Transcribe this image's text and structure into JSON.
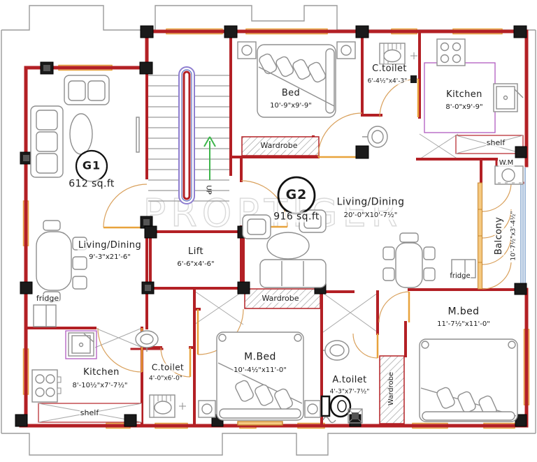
{
  "watermark": "PROPTIGER",
  "units": {
    "g1": {
      "label": "G1",
      "area": "612 sq.ft"
    },
    "g2": {
      "label": "G2",
      "area": "916 sq.ft"
    }
  },
  "rooms": {
    "bed_top": {
      "name": "Bed",
      "dim": "10'-9\"x9'-9\""
    },
    "ctoilet_top": {
      "name": "C.toilet",
      "dim": "6'-4½\"x4'-3\""
    },
    "kitchen_top": {
      "name": "Kitchen",
      "dim": "8'-0\"x9'-9\""
    },
    "balcony": {
      "name": "Balcony",
      "dim": "10'-7½\"x3'-4½\""
    },
    "living_g2": {
      "name": "Living/Dining",
      "dim": "20'-0\"X10'-7½\""
    },
    "living_g1": {
      "name": "Living/Dining",
      "dim": "9'-3\"x21'-6\""
    },
    "lift": {
      "name": "Lift",
      "dim": "6'-6\"x4'-6\""
    },
    "mbed_mid": {
      "name": "M.Bed",
      "dim": "10'-4½\"x11'-0\""
    },
    "atoilet": {
      "name": "A.toilet",
      "dim": "4'-3\"x7'-7½\""
    },
    "mbed_right": {
      "name": "M.bed",
      "dim": "11'-7½\"x11'-0\""
    },
    "kitchen_bottom": {
      "name": "Kitchen",
      "dim": "8'-10½\"x7'-7½\""
    },
    "ctoilet_bottom": {
      "name": "C.toilet",
      "dim": "4'-0\"x6'-0\""
    }
  },
  "fixtures": {
    "wardrobe_top": "Wardrobe",
    "wardrobe_mid": "Wardrobe",
    "wardrobe_right": "Wardrobe",
    "shelf_top": "shelf",
    "shelf_bottom": "shelf",
    "fridge_left": "fridge",
    "fridge_right": "fridge",
    "wm": "W.M",
    "up": "UP"
  },
  "colors": {
    "wall": "#b32025",
    "window": "#e8a33c",
    "door_arc": "#d9a05b",
    "column": "#1a1a1a",
    "furniture": "#8f8f8f",
    "stairs_arrow": "#3db54b",
    "railing": "#8f7fd0",
    "counter": "#b05ac0",
    "balcony_glazing": "#4a7ab5",
    "watermark": "#d9d9d9"
  }
}
